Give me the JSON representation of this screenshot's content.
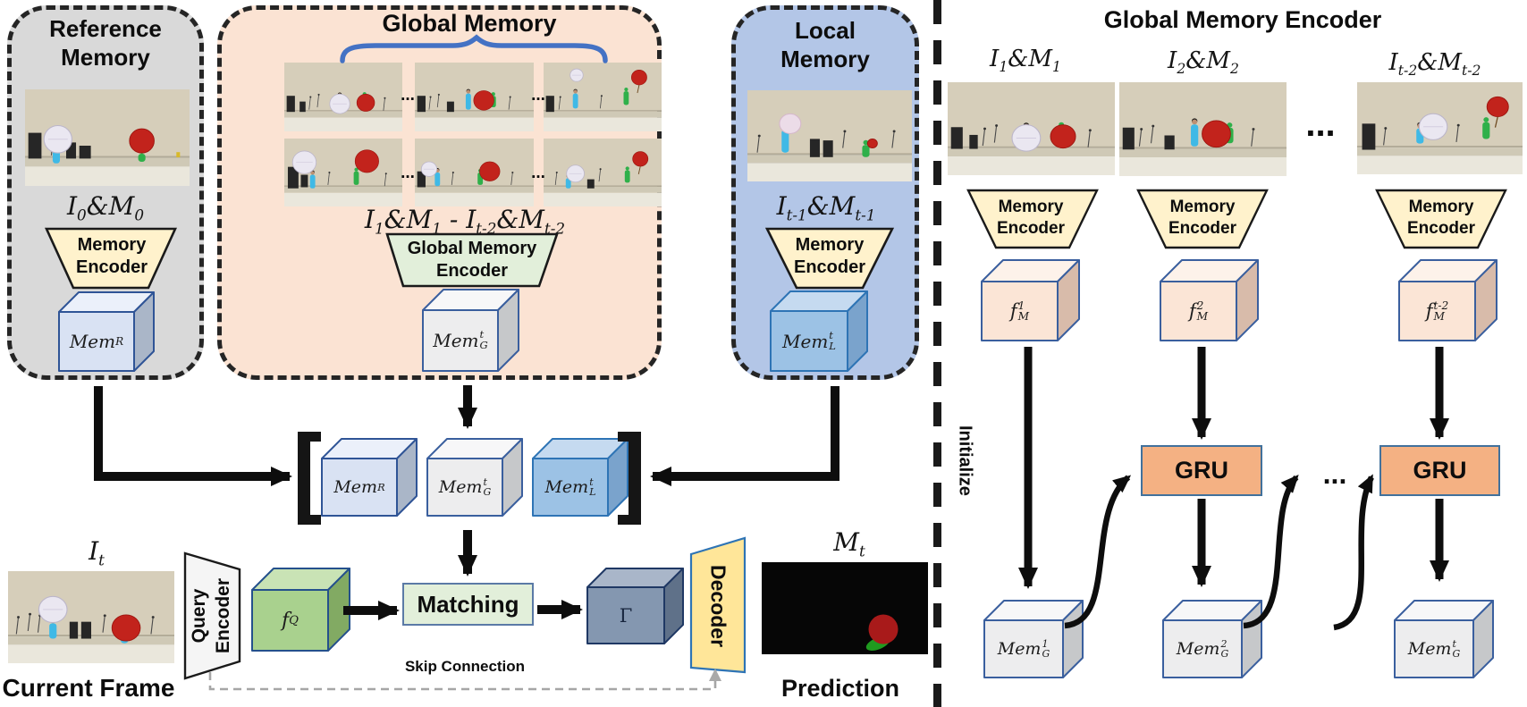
{
  "left": {
    "reference": {
      "title": "Reference Memory",
      "io": "I_{0}&M_{0}",
      "enc1": "Memory",
      "enc2": "Encoder",
      "cube": "Mem_{R}"
    },
    "global": {
      "title": "Global Memory",
      "io": "I_{1}&M_{1} - I_{t-2}&M_{t-2}",
      "enc1": "Global Memory",
      "enc2": "Encoder",
      "cube": "Mem_{G}^{t}",
      "dots": "..."
    },
    "local": {
      "title": "Local Memory",
      "io": "I_{t-1}&M_{t-1}",
      "enc1": "Memory",
      "enc2": "Encoder",
      "cube": "Mem_{L}^{t}"
    },
    "bracket": {
      "c1": "Mem_{R}",
      "c2": "Mem_{G}^{t}",
      "c3": "Mem_{L}^{t}"
    },
    "current": {
      "io": "I_{t}",
      "caption": "Current Frame"
    },
    "query": {
      "l1": "Query",
      "l2": "Encoder"
    },
    "fq": "f_{Q}",
    "matching": "Matching",
    "gamma": "Γ",
    "decoder": "Decoder",
    "skip": "Skip Connection",
    "prediction": {
      "io": "M_{t}",
      "caption": "Prediction"
    }
  },
  "right": {
    "title": "Global Memory Encoder",
    "initialize": "Initialize",
    "dots": "...",
    "cols": [
      {
        "io": "I_{1}&M_{1}",
        "enc1": "Memory",
        "enc2": "Encoder",
        "f": "f_{M}^{1}",
        "mem": "Mem_{G}^{1}",
        "gru": ""
      },
      {
        "io": "I_{2}&M_{2}",
        "enc1": "Memory",
        "enc2": "Encoder",
        "f": "f_{M}^{2}",
        "mem": "Mem_{G}^{2}",
        "gru": "GRU"
      },
      {
        "io": "I_{t-2}&M_{t-2}",
        "enc1": "Memory",
        "enc2": "Encoder",
        "f": "f_{M}^{t-2}",
        "mem": "Mem_{G}^{t}",
        "gru": "GRU"
      }
    ]
  },
  "colors": {
    "reference_panel": "#d9d9d9",
    "global_panel": "#fbe3d3",
    "local_panel": "#b3c6e7",
    "encoder_trap": "#fff2cc",
    "global_encoder_trap": "#e2efda",
    "query_trap": "#f5f5f5",
    "decoder_trap": "#ffe699",
    "gru_fill": "#f4b183",
    "matching_fill": "#e2efda",
    "brace": "#4472c4",
    "arrow": "#0d0d0d",
    "skip_dash": "#a6a6a6",
    "pred_red": "#a81a1a",
    "pred_green": "#1f9a1f",
    "cubes": {
      "lb": {
        "f": "#d9e2f3",
        "t": "#ebf0fa",
        "s": "#aab6c8",
        "k": "#2f5496"
      },
      "gy": {
        "f": "#ededee",
        "t": "#f7f7f8",
        "s": "#c6c8ca",
        "k": "#3a5f9e"
      },
      "mb": {
        "f": "#9cc2e5",
        "t": "#c5daf0",
        "s": "#7aa3cc",
        "k": "#2e74b5"
      },
      "gr": {
        "f": "#a9d18e",
        "t": "#c9e3b5",
        "s": "#82aa63",
        "k": "#24508c"
      },
      "sl": {
        "f": "#8497b0",
        "t": "#a9b6c9",
        "s": "#5f7189",
        "k": "#1f3864"
      },
      "pe": {
        "f": "#fbe5d6",
        "t": "#fdf2ea",
        "s": "#d8bbaa",
        "k": "#3a5f9e"
      }
    }
  },
  "scenes": {
    "ref": [
      [
        "k",
        2,
        27,
        8,
        16
      ],
      [
        "k",
        25,
        33,
        6,
        10
      ],
      [
        "k",
        33,
        35,
        7,
        8
      ],
      [
        "m",
        16,
        30
      ],
      [
        "m",
        23,
        28
      ],
      [
        "b",
        19,
        38,
        8
      ],
      [
        "w",
        20,
        31,
        8.5
      ],
      [
        "g",
        71,
        40,
        5
      ],
      [
        "r",
        71,
        32,
        7.5
      ],
      [
        "y",
        92,
        39
      ]
    ],
    "g1": [
      [
        "k",
        2,
        29,
        7,
        14
      ],
      [
        "k",
        13,
        34,
        5,
        9
      ],
      [
        "m",
        21,
        30
      ],
      [
        "m",
        28,
        28
      ],
      [
        "b",
        47,
        30,
        5
      ],
      [
        "w",
        47,
        36,
        8.5
      ],
      [
        "g",
        68,
        29,
        10
      ],
      [
        "r",
        69,
        35,
        7.5
      ],
      [
        "m",
        84,
        31
      ]
    ],
    "g2": [
      [
        "k",
        2,
        29,
        7,
        14
      ],
      [
        "m",
        12,
        30
      ],
      [
        "m",
        19,
        28
      ],
      [
        "k",
        27,
        34,
        6,
        9
      ],
      [
        "b",
        45,
        27,
        14
      ],
      [
        "g",
        66,
        29,
        10
      ],
      [
        "r",
        58,
        33,
        8.5
      ],
      [
        "m",
        79,
        30
      ]
    ],
    "g3": [
      [
        "k",
        2,
        29,
        7,
        14
      ],
      [
        "m",
        13,
        30
      ],
      [
        "w",
        28,
        11,
        5.5
      ],
      [
        "b",
        27,
        27,
        13
      ],
      [
        "m",
        48,
        29
      ],
      [
        "g",
        70,
        25,
        12
      ],
      [
        "u",
        81,
        13,
        6.5
      ]
    ],
    "g4": [
      [
        "k",
        3,
        25,
        9,
        19
      ],
      [
        "k",
        14,
        32,
        6,
        11
      ],
      [
        "b",
        24,
        32,
        12
      ],
      [
        "w",
        17,
        21,
        10
      ],
      [
        "m",
        37,
        30
      ],
      [
        "g",
        61,
        29,
        12
      ],
      [
        "r",
        70,
        20,
        10
      ],
      [
        "m",
        85,
        31
      ]
    ],
    "g5": [
      [
        "k",
        2,
        29,
        7,
        14
      ],
      [
        "b",
        19,
        30,
        12
      ],
      [
        "w",
        12,
        27,
        6.5
      ],
      [
        "m",
        31,
        30
      ],
      [
        "g",
        55,
        30,
        11
      ],
      [
        "r",
        63,
        29,
        8.5
      ],
      [
        "m",
        81,
        30
      ]
    ],
    "g6": [
      [
        "m",
        10,
        30
      ],
      [
        "b",
        21,
        35,
        9
      ],
      [
        "w",
        27,
        31,
        7.5
      ],
      [
        "k",
        37,
        36,
        6,
        8
      ],
      [
        "m",
        47,
        27
      ],
      [
        "g",
        71,
        28,
        11
      ],
      [
        "u",
        82,
        18,
        6.5
      ]
    ],
    "local": [
      [
        "m",
        6,
        30
      ],
      [
        "k",
        38,
        32,
        6,
        12
      ],
      [
        "k",
        46,
        33,
        6,
        11
      ],
      [
        "m",
        58,
        27
      ],
      [
        "b",
        23,
        26,
        15
      ],
      [
        "p",
        26,
        22,
        6.5
      ],
      [
        "g",
        72,
        36,
        8
      ],
      [
        "r",
        76,
        35,
        3
      ],
      [
        "m",
        88,
        27
      ]
    ],
    "current": [
      [
        "m",
        5,
        30
      ],
      [
        "m",
        12,
        28
      ],
      [
        "m",
        18,
        29
      ],
      [
        "k",
        37,
        33,
        5,
        11
      ],
      [
        "k",
        44,
        33,
        6,
        11
      ],
      [
        "b",
        27,
        34,
        10
      ],
      [
        "w",
        27,
        25,
        8.5
      ],
      [
        "m",
        57,
        29
      ],
      [
        "b",
        70,
        43,
        4
      ],
      [
        "r",
        71,
        37,
        8.5
      ],
      [
        "m",
        86,
        30
      ]
    ],
    "rc3": [
      [
        "k",
        3,
        27,
        8,
        17
      ],
      [
        "m",
        16,
        30
      ],
      [
        "b",
        38,
        30,
        10
      ],
      [
        "w",
        46,
        29,
        8.5
      ],
      [
        "m",
        60,
        28
      ],
      [
        "g",
        78,
        26,
        11
      ],
      [
        "u",
        85,
        16,
        6.5
      ]
    ]
  }
}
